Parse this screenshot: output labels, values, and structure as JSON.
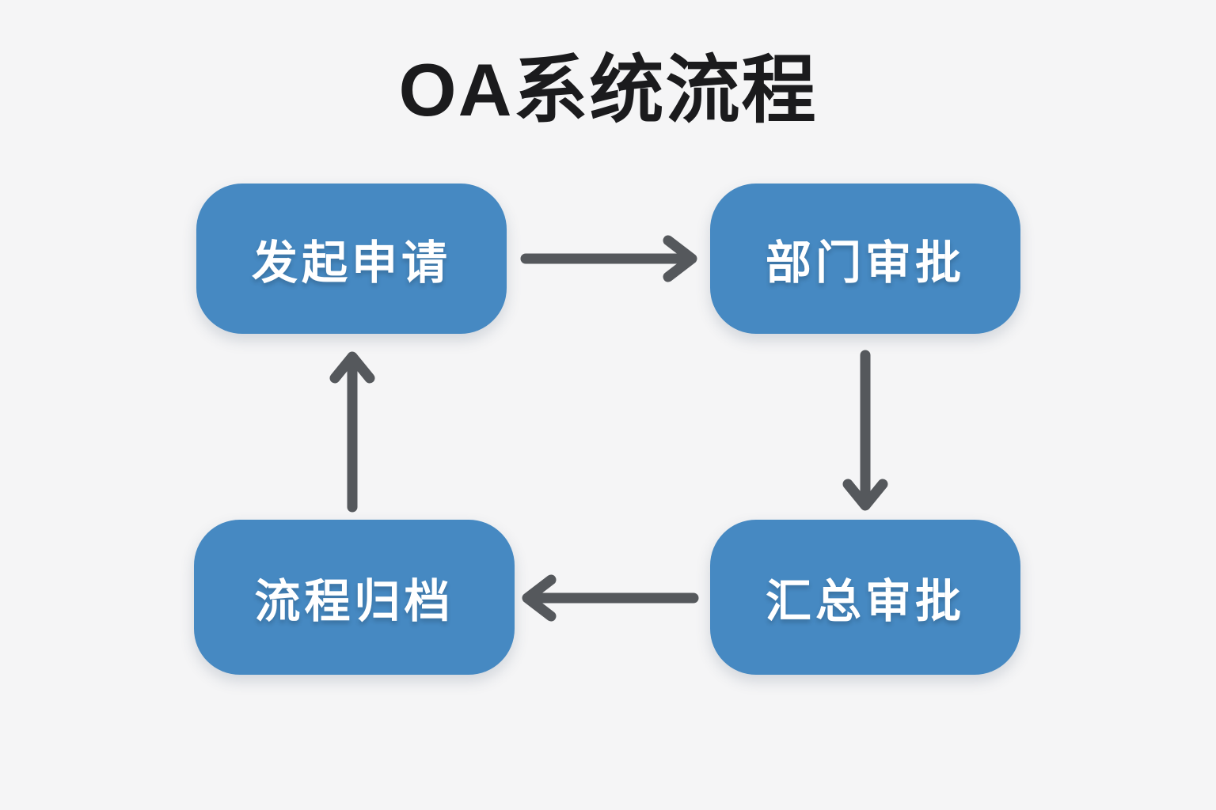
{
  "title": "OA系统流程",
  "flow": {
    "nodes": [
      {
        "id": "start",
        "label": "发起申请"
      },
      {
        "id": "dept",
        "label": "部门审批"
      },
      {
        "id": "summary",
        "label": "汇总审批"
      },
      {
        "id": "archive",
        "label": "流程归档"
      }
    ],
    "edges": [
      {
        "from": "发起申请",
        "to": "部门审批",
        "direction": "right"
      },
      {
        "from": "部门审批",
        "to": "汇总审批",
        "direction": "down"
      },
      {
        "from": "汇总审批",
        "to": "流程归档",
        "direction": "left"
      },
      {
        "from": "流程归档",
        "to": "发起申请",
        "direction": "up"
      }
    ]
  },
  "colors": {
    "background": "#F5F5F6",
    "node_fill": "#4689C2",
    "node_text": "#FFFFFF",
    "arrow": "#55585C",
    "title_text": "#1B1B1D"
  }
}
